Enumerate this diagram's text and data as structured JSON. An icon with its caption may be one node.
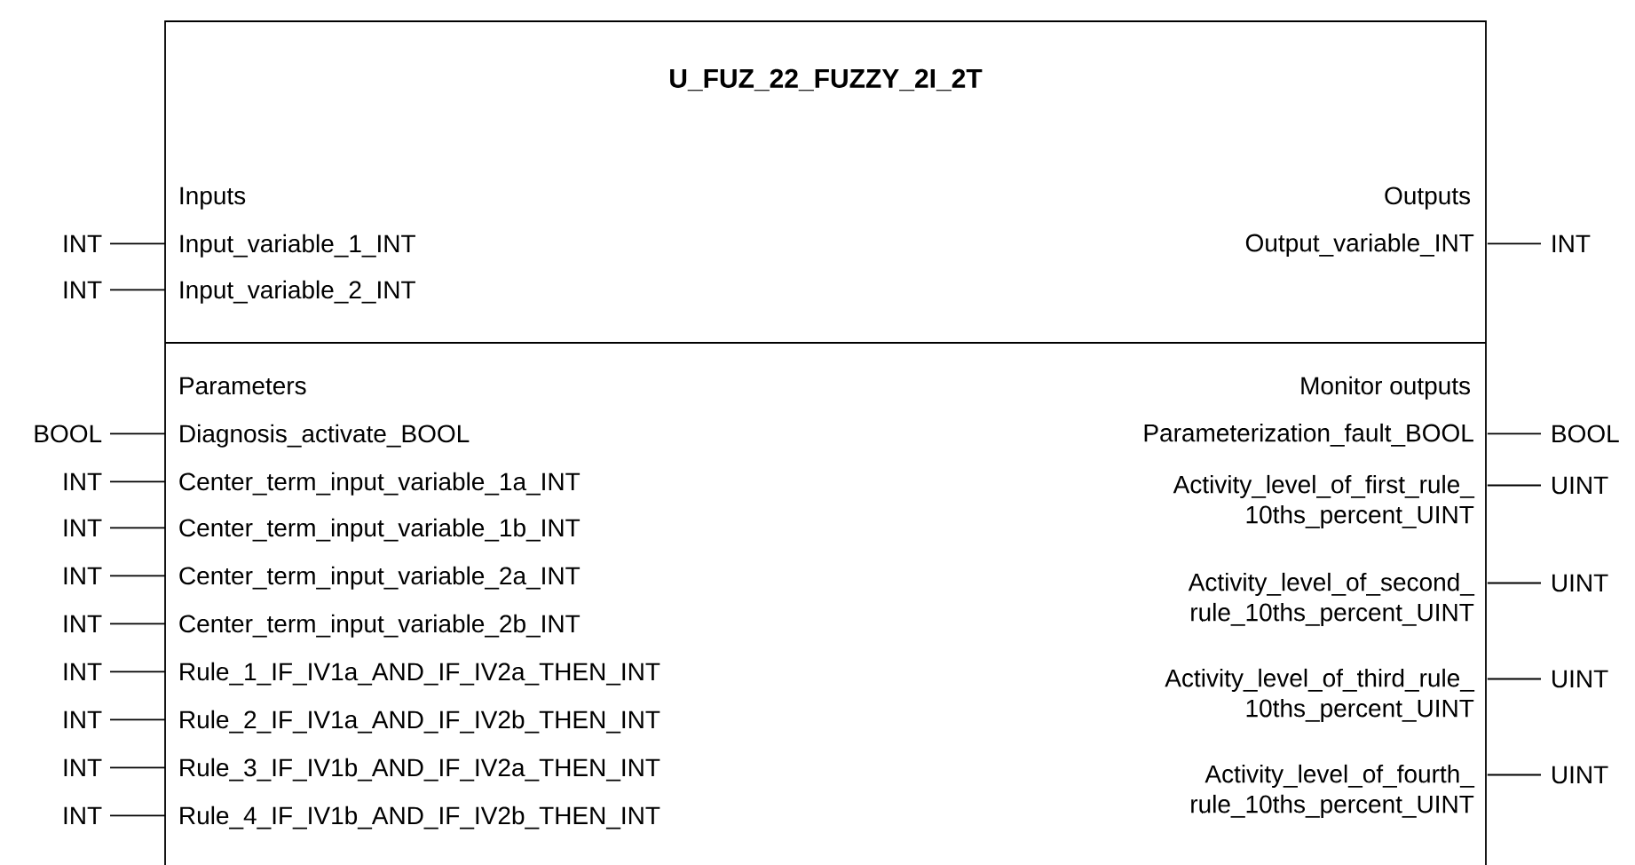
{
  "diagram": {
    "nodes": [
      {
        "text": [
          "U_FUZ_22_FUZZY_2I_2T"
        ]
      },
      {
        "text": [
          "INT"
        ]
      },
      {
        "text": [
          "Input_variable_1_INT"
        ],
        "in": 0
      },
      {
        "text": [
          "Output_variable_INT"
        ],
        "in": 0
      },
      {
        "text": [
          "INT"
        ]
      },
      {
        "text": [
          "INT"
        ]
      },
      {
        "text": [
          "Input_variable_2_INT"
        ],
        "in": 0
      },
      {
        "text": [
          "BOOL"
        ]
      },
      {
        "text": [
          "Diagnosis_activate_BOOL"
        ],
        "in": 0
      },
      {
        "text": [
          "Parameterization_fault_BOOL"
        ],
        "in": 0
      },
      {
        "text": [
          "BOOL"
        ]
      },
      {
        "text": [
          "INT"
        ]
      },
      {
        "text": [
          "Center_term_input_variable_1a_INT"
        ],
        "in": 0
      },
      {
        "text": [
          "Activity_level_of_first_rule_ 10ths_percent_UINT"
        ],
        "in": 0
      },
      {
        "text": [
          "UINT"
        ]
      },
      {
        "text": [
          "INT"
        ]
      },
      {
        "text": [
          "Center_term_input_variable_1b_INT"
        ],
        "in": 0
      },
      {
        "text": [
          "INT"
        ]
      },
      {
        "text": [
          "Center_term_input_variable_2a_INT"
        ],
        "in": 0
      },
      {
        "text": [
          "Activity_level_of_second_ rule_10ths_percent_UINT"
        ],
        "in": 0
      },
      {
        "text": [
          "UINT"
        ]
      },
      {
        "text": [
          "INT"
        ]
      },
      {
        "text": [
          "Center_term_input_variable_2b_INT"
        ],
        "in": 0
      },
      {
        "text": [
          "INT"
        ]
      },
      {
        "text": [
          "Rule_1_IF_IV1a_AND_IF_IV2a_THEN_INT"
        ],
        "in": 0
      },
      {
        "text": [
          "Activity_level_of_third_rule_ 10ths_percent_UINT"
        ],
        "in": 0
      },
      {
        "text": [
          "UINT"
        ]
      },
      {
        "text": [
          "INT"
        ]
      },
      {
        "text": [
          "Rule_2_IF_IV1a_AND_IF_IV2b_THEN_INT"
        ],
        "in": 0
      },
      {
        "text": [
          "INT"
        ]
      },
      {
        "text": [
          "Rule_3_IF_IV1b_AND_IF_IV2a_THEN_INT"
        ],
        "in": 0
      },
      {
        "text": [
          "Activity_level_of_fourth_ rule_10ths_percent_UINT"
        ],
        "in": 0
      },
      {
        "text": [
          "UINT"
        ]
      },
      {
        "text": [
          "INT"
        ]
      },
      {
        "text": [
          "Rule_4_IF_IV1b_AND_IF_IV2b_THEN_INT"
        ],
        "in": 0
      }
    ],
    "edges": [
      {
        "from": 1,
        "to": 2,
        "arrow": "none"
      },
      {
        "from": 3,
        "to": 4,
        "arrow": "none"
      },
      {
        "from": 5,
        "to": 6,
        "arrow": "none"
      },
      {
        "from": 7,
        "to": 8,
        "arrow": "none"
      },
      {
        "from": 9,
        "to": 10,
        "arrow": "none"
      },
      {
        "from": 11,
        "to": 12,
        "arrow": "none"
      },
      {
        "from": 13,
        "to": 14,
        "arrow": "none"
      },
      {
        "from": 15,
        "to": 16,
        "arrow": "none"
      },
      {
        "from": 17,
        "to": 18,
        "arrow": "none"
      },
      {
        "from": 19,
        "to": 20,
        "arrow": "none"
      },
      {
        "from": 21,
        "to": 22,
        "arrow": "none"
      },
      {
        "from": 23,
        "to": 24,
        "arrow": "none"
      },
      {
        "from": 25,
        "to": 26,
        "arrow": "none"
      },
      {
        "from": 27,
        "to": 28,
        "arrow": "none"
      },
      {
        "from": 29,
        "to": 30,
        "arrow": "none"
      },
      {
        "from": 31,
        "to": 32,
        "arrow": "none"
      },
      {
        "from": 33,
        "to": 34,
        "arrow": "none"
      }
    ],
    "labels": [
      "Inputs",
      "Outputs",
      "Parameters",
      "Monitor outputs"
    ]
  }
}
